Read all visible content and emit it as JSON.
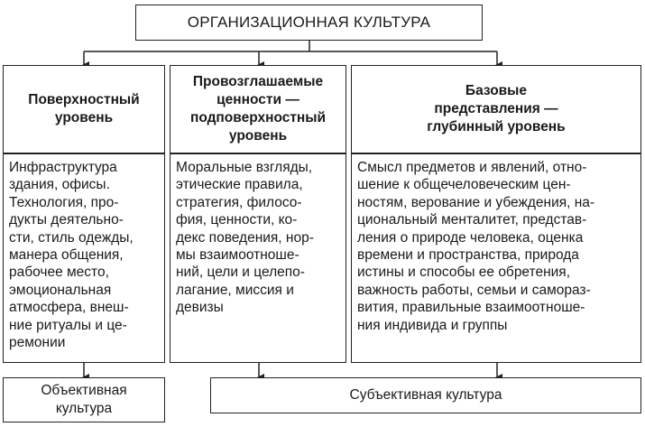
{
  "title": "ОРГАНИЗАЦИОННАЯ КУЛЬТУРА",
  "levels": [
    {
      "heading": [
        "Поверхностный",
        "уровень"
      ],
      "lines": [
        "Инфраструктура",
        "здания, офисы.",
        "Технология, про-",
        "дукты деятельно-",
        "сти, стиль одежды,",
        "манера общения,",
        "рабочее место,",
        "эмоциональная",
        "атмосфера, внеш-",
        "ние ритуалы и це-",
        "ремонии"
      ]
    },
    {
      "heading": [
        "Провозглашаемые",
        "ценности —",
        "подповерхностный",
        "уровень"
      ],
      "lines": [
        "Моральные взгляды,",
        "этические правила,",
        "стратегия, филосо-",
        "фия, ценности, ко-",
        "декс поведения, нор-",
        "мы взаимоотноше-",
        "ний, цели и целепо-",
        "лагание, миссия и",
        "девизы"
      ]
    },
    {
      "heading": [
        "Базовые",
        "представления —",
        "глубинный уровень"
      ],
      "lines": [
        "Смысл предметов и явлений, отно-",
        "шение к общечеловеческим цен-",
        "ностям, верование и убеждения, на-",
        "циональный менталитет, представ-",
        "ления о природе человека, оценка",
        "времени и пространства, природа",
        "истины и способы ее обретения,",
        "важность работы, семьи и самораз-",
        "вития, правильные взаимоотноше-",
        "ния индивида и группы"
      ]
    }
  ],
  "outcomes": {
    "objective": [
      "Объективная",
      "культура"
    ],
    "subjective": "Субъективная культура"
  }
}
